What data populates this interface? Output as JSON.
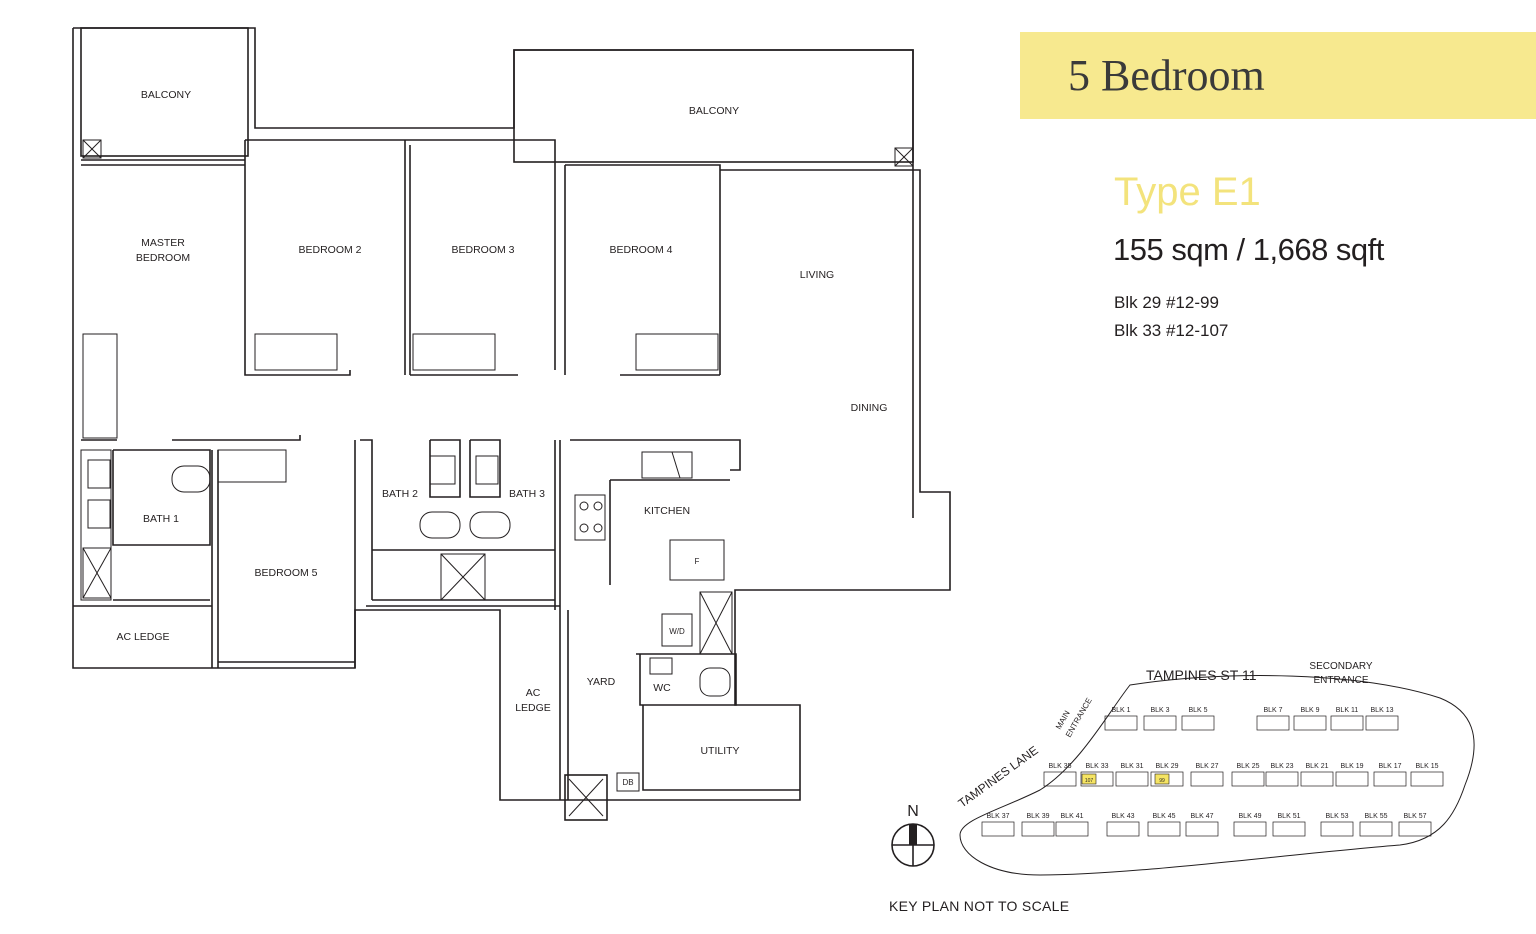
{
  "header": {
    "title": "5 Bedroom",
    "type_name": "Type E1",
    "area": "155 sqm / 1,668 sqft",
    "units": [
      "Blk 29  #12-99",
      "Blk 33  #12-107"
    ]
  },
  "colors": {
    "title_band": "#f7e98f",
    "type_text": "#f3e37c",
    "highlight_unit": "#f5e463",
    "line": "#231f20"
  },
  "rooms": {
    "balcony_left": "BALCONY",
    "balcony_right": "BALCONY",
    "master_bedroom": [
      "MASTER",
      "BEDROOM"
    ],
    "bedroom_2": "BEDROOM 2",
    "bedroom_3": "BEDROOM 3",
    "bedroom_4": "BEDROOM 4",
    "living": "LIVING",
    "dining": "DINING",
    "bath_1": "BATH 1",
    "bath_2": "BATH 2",
    "bath_3": "BATH 3",
    "bedroom_5": "BEDROOM 5",
    "kitchen": "KITCHEN",
    "fridge": "F",
    "washer_dryer": "W/D",
    "wc": "WC",
    "yard": "YARD",
    "utility": "UTILITY",
    "ac_ledge_left": "AC LEDGE",
    "ac_ledge_bottom": [
      "AC",
      "LEDGE"
    ],
    "db": "DB"
  },
  "keyplan": {
    "north": "N",
    "roads": {
      "tampines_st": "TAMPINES ST 11",
      "tampines_lane": "TAMPINES LANE",
      "main_entrance": [
        "MAIN",
        "ENTRANCE"
      ],
      "secondary_entrance": [
        "SECONDARY",
        "ENTRANCE"
      ]
    },
    "blocks_row1": [
      "BLK 1",
      "BLK 3",
      "BLK 5",
      "BLK 7",
      "BLK 9",
      "BLK 11",
      "BLK 13"
    ],
    "blocks_row2": [
      "BLK 35",
      "BLK 33",
      "BLK 31",
      "BLK 29",
      "BLK 27",
      "BLK 25",
      "BLK 23",
      "BLK 21",
      "BLK 19",
      "BLK 17",
      "BLK 15"
    ],
    "blocks_row3": [
      "BLK 37",
      "BLK 39",
      "BLK 41",
      "BLK 43",
      "BLK 45",
      "BLK 47",
      "BLK 49",
      "BLK 51",
      "BLK 53",
      "BLK 55",
      "BLK 57"
    ],
    "highlighted_units": [
      "107",
      "99"
    ],
    "note": "KEY PLAN NOT TO SCALE"
  }
}
